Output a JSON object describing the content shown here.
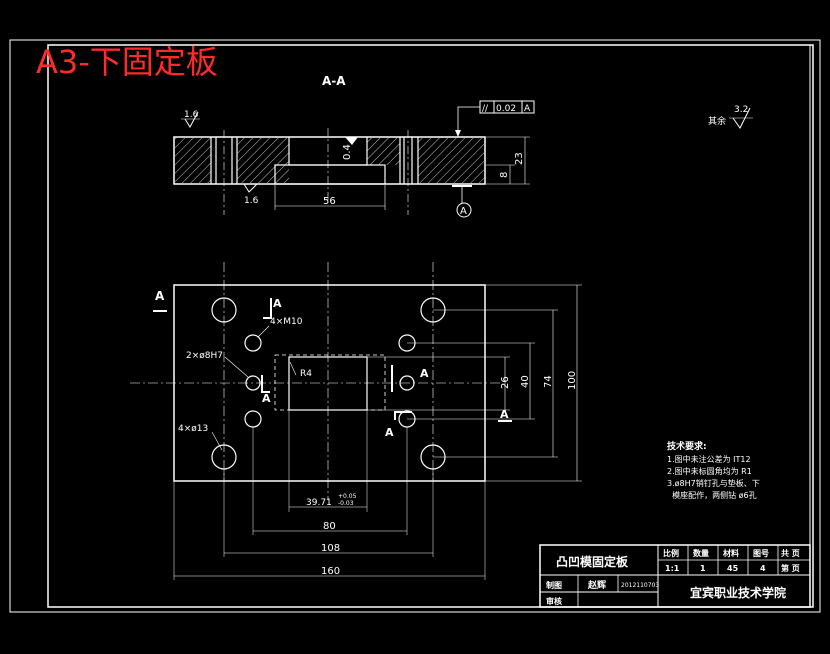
{
  "header": {
    "drawing_title": "A3-下固定板",
    "section_label": "A-A"
  },
  "section_view": {
    "roughness_left_top": "1.6",
    "roughness_left_bottom": "1.6",
    "flatness_symbol": "//",
    "flatness_value": "0.02",
    "flatness_datum": "A",
    "dim_depth": "0.4",
    "dim_width": "56",
    "dim_height_total": "23",
    "dim_height_small": "8",
    "datum_label": "A"
  },
  "roughness_note": {
    "label": "其余",
    "value": "3.2"
  },
  "plan_view": {
    "section_mark_left": "A",
    "section_mark_a1": "A",
    "section_mark_a2": "A",
    "section_mark_a3": "A",
    "section_mark_a4": "A",
    "callout_m10": "4×M10",
    "callout_pin": "2×ø8H7",
    "callout_radius": "R4",
    "callout_holes": "4×ø13",
    "dim_26": "26",
    "dim_40": "40",
    "dim_74": "74",
    "dim_100": "100",
    "dim_39": "39.71",
    "dim_39_tol_upper": "+0.05",
    "dim_39_tol_lower": "-0.03",
    "dim_80": "80",
    "dim_108": "108",
    "dim_160": "160"
  },
  "tech_requirements": {
    "title": "技术要求:",
    "items": [
      "1.图中未注公差为 IT12",
      "2.图中未标圆角均为 R1",
      "3.ø8H7销钉孔与垫板、下",
      "  模座配作，两侧钻 ø6孔"
    ]
  },
  "title_block": {
    "part_name": "凸凹模固定板",
    "headers": [
      "比例",
      "数量",
      "材料",
      "图号",
      "共 页"
    ],
    "values": [
      "1:1",
      "1",
      "45",
      "4",
      "第 页"
    ],
    "drawn_label": "制图",
    "drawn_name": "赵辉",
    "drawn_code": "2012110703",
    "check_label": "审核",
    "school": "宜宾职业技术学院"
  }
}
